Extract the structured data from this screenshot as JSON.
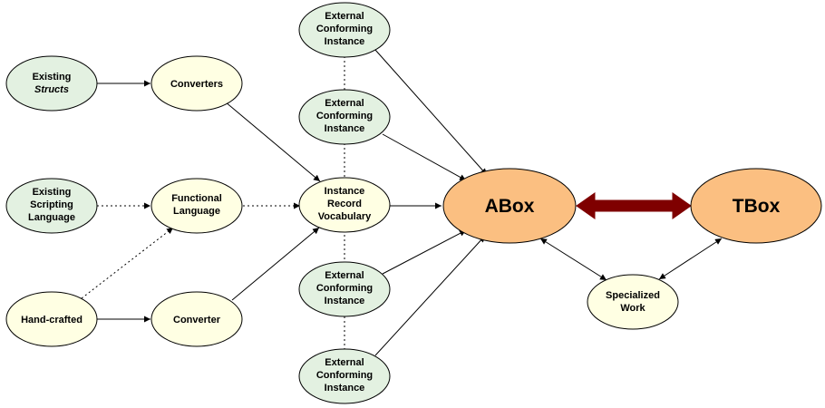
{
  "colors": {
    "green_fill": "#e3f1e1",
    "cream_fill": "#ffffe3",
    "orange_fill": "#fbbf81",
    "dark_red_arrow": "#7f0000",
    "outline": "#000000"
  },
  "nodes": {
    "existing_structs": {
      "line1": "Existing",
      "line2": "Structs"
    },
    "converters": {
      "line1": "Converters"
    },
    "existing_scripting": {
      "line1": "Existing",
      "line2": "Scripting",
      "line3": "Language"
    },
    "functional_language": {
      "line1": "Functional",
      "line2": "Language"
    },
    "hand_crafted": {
      "line1": "Hand-crafted"
    },
    "converter": {
      "line1": "Converter"
    },
    "instance_record": {
      "line1": "Instance",
      "line2": "Record",
      "line3": "Vocabulary"
    },
    "external_1": {
      "line1": "External",
      "line2": "Conforming",
      "line3": "Instance"
    },
    "external_2": {
      "line1": "External",
      "line2": "Conforming",
      "line3": "Instance"
    },
    "external_3": {
      "line1": "External",
      "line2": "Conforming",
      "line3": "Instance"
    },
    "external_4": {
      "line1": "External",
      "line2": "Conforming",
      "line3": "Instance"
    },
    "abox": {
      "line1": "ABox"
    },
    "tbox": {
      "line1": "TBox"
    },
    "specialized_work": {
      "line1": "Specialized",
      "line2": "Work"
    }
  }
}
